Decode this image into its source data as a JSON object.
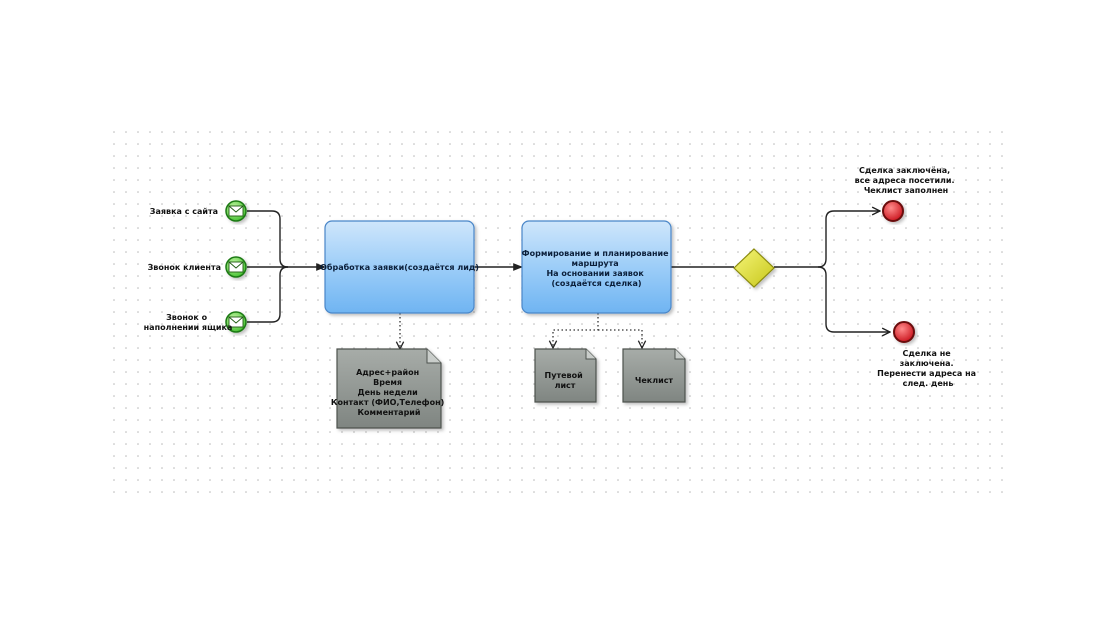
{
  "start_events": [
    {
      "label_lines": [
        "Заявка с сайта"
      ]
    },
    {
      "label_lines": [
        "Звонок клиента"
      ]
    },
    {
      "label_lines": [
        "Звонок о",
        "наполнении ящика"
      ]
    }
  ],
  "tasks": [
    {
      "label_lines": [
        "Обработка заявки(создаётся лид)"
      ]
    },
    {
      "label_lines": [
        "Формирование и планирование",
        "маршрута",
        "На основании заявок",
        "(создаётся сделка)"
      ]
    }
  ],
  "data_objects": [
    {
      "label_lines": [
        "Адрес+район",
        "Время",
        "День недели",
        "Контакт (ФИО,Телефон)",
        "Комментарий"
      ]
    },
    {
      "label_lines": [
        "Путевой",
        "лист"
      ]
    },
    {
      "label_lines": [
        "Чеклист"
      ]
    }
  ],
  "end_events": [
    {
      "label_lines": [
        "Сделка заключёна,",
        "все адреса посетили.",
        "Чеклист заполнен"
      ]
    },
    {
      "label_lines": [
        "Сделка не",
        "заключена.",
        "Перенести адреса на",
        "след. день"
      ]
    }
  ],
  "colors": {
    "start_fill": "#5fd14a",
    "start_stroke": "#1f7a12",
    "end_fill": "#e8202a",
    "end_stroke": "#6a0a0a",
    "task_top": "#cfe6fb",
    "task_bottom": "#6fb4f2",
    "gateway": "#e5e52b",
    "doc_fill": "#8a908c",
    "grid_dot": "#b8b8b8"
  }
}
